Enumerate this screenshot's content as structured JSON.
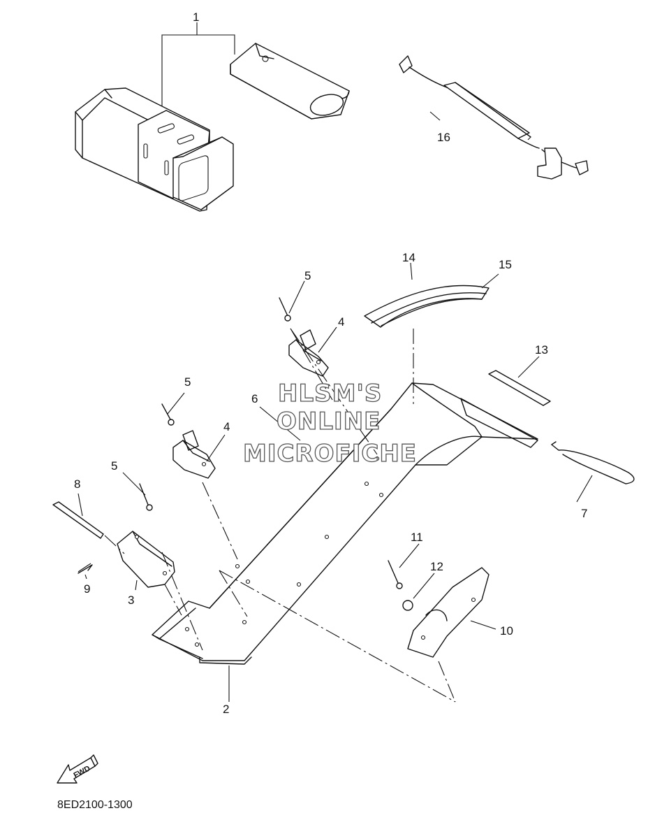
{
  "watermark": {
    "line1": "HLSM'S",
    "line2": "ONLINE",
    "line3": "MICROFICHE"
  },
  "diagram_code": "8ED2100-1300",
  "fwd_label": "FWD",
  "callouts": [
    "1",
    "2",
    "3",
    "4",
    "4",
    "5",
    "5",
    "5",
    "6",
    "7",
    "8",
    "9",
    "10",
    "11",
    "12",
    "13",
    "14",
    "15",
    "16"
  ]
}
